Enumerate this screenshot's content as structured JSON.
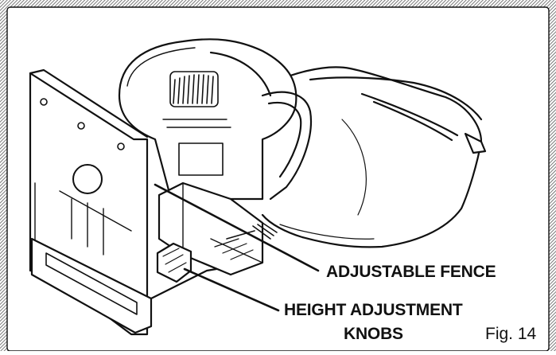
{
  "figure": {
    "number_label": "Fig. 14",
    "callouts": {
      "fence_label": "ADJUSTABLE FENCE",
      "height_label_line1": "HEIGHT ADJUSTMENT",
      "height_label_line2": "KNOBS"
    }
  },
  "colors": {
    "ink": "#111111",
    "paper": "#ffffff",
    "border_hatch": "#6a6a6a"
  }
}
